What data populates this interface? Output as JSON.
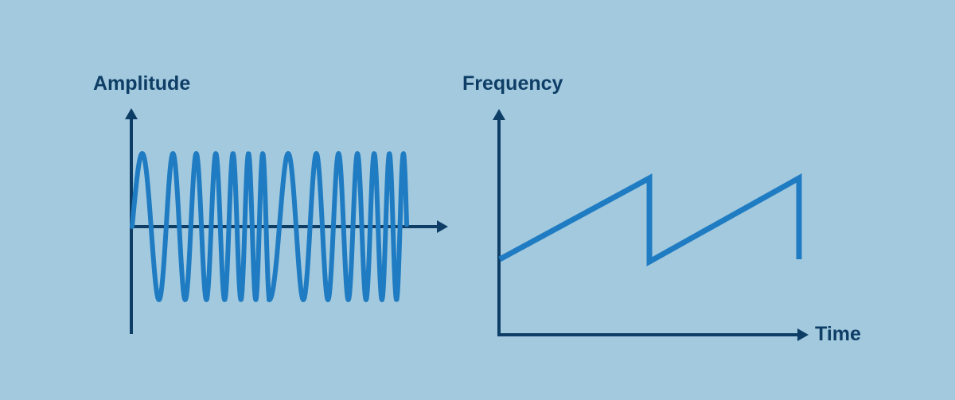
{
  "colors": {
    "background": "#a3c9de",
    "axis": "#0e3e66",
    "signal": "#1f7cc2"
  },
  "left_panel": {
    "y_axis_label": "Amplitude"
  },
  "right_panel": {
    "y_axis_label": "Frequency",
    "x_axis_label": "Time"
  }
}
